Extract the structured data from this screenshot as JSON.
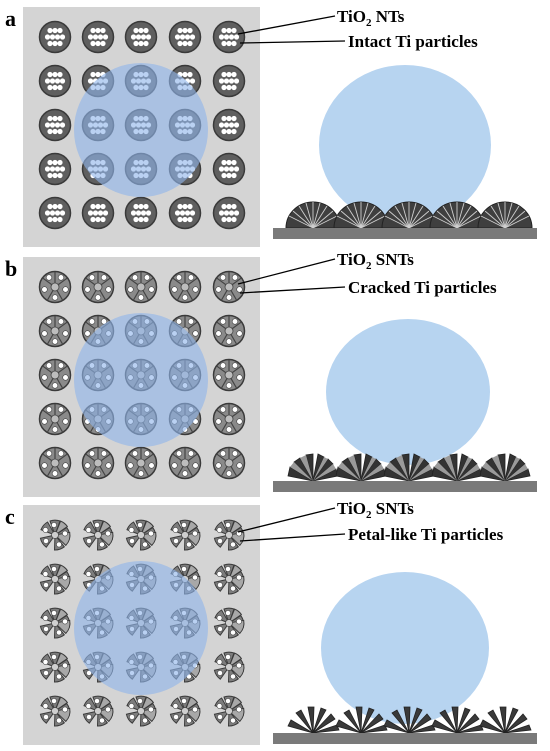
{
  "colors": {
    "substrate": "#d4d4d4",
    "droplet": "#b7d4f0",
    "droplet_overlay": "#8fb4ea",
    "particle_dark": "#666666",
    "particle_rim": "#3a3a3a",
    "base_bar": "#7a7a7a"
  },
  "panels": [
    {
      "letter": "a",
      "label_1": {
        "main": "TiO",
        "sub": "2",
        "rest": " NTs"
      },
      "label_2": "Intact Ti particles",
      "style": "intact"
    },
    {
      "letter": "b",
      "label_1": {
        "main": "TiO",
        "sub": "2",
        "rest": " SNTs"
      },
      "label_2": "Cracked Ti particles",
      "style": "cracked"
    },
    {
      "letter": "c",
      "label_1": {
        "main": "TiO",
        "sub": "2",
        "rest": " SNTs"
      },
      "label_2": "Petal-like Ti particles",
      "style": "petal"
    }
  ]
}
